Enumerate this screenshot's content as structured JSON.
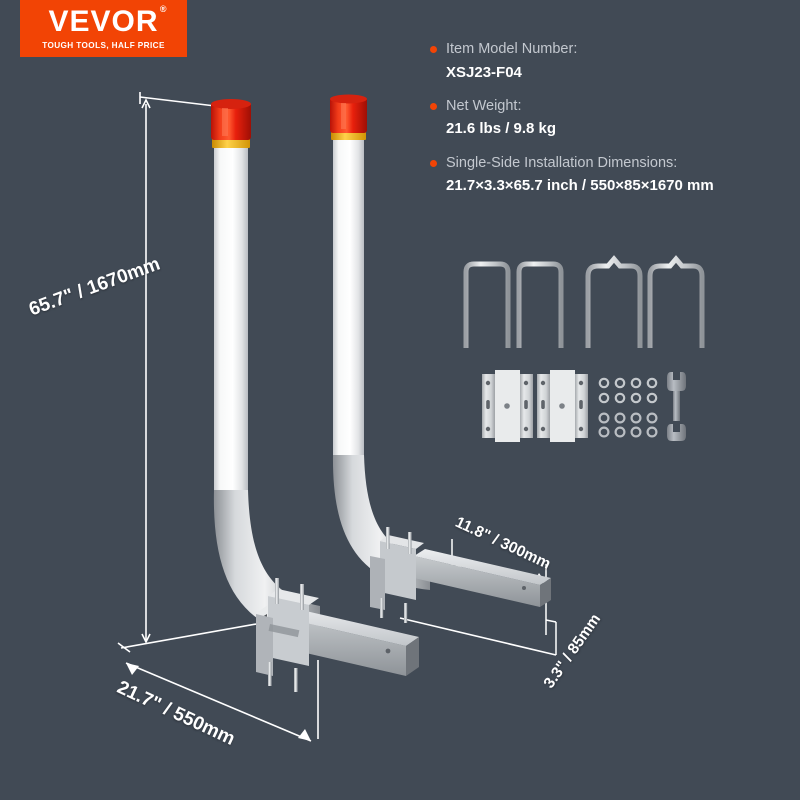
{
  "brand": {
    "name": "VEVOR",
    "registered": "®",
    "tagline": "TOUGH TOOLS, HALF PRICE",
    "bg_color": "#f24405"
  },
  "background_color": "#414a55",
  "specs": [
    {
      "label": "Item Model Number:",
      "value": "XSJ23-F04"
    },
    {
      "label": "Net Weight:",
      "value": "21.6 lbs / 9.8 kg"
    },
    {
      "label": "Single-Side Installation Dimensions:",
      "value": "21.7×3.3×65.7 inch / 550×85×1670 mm"
    }
  ],
  "dimensions": {
    "height": "65.7\" / 1670mm",
    "width": "21.7\" / 550mm",
    "depth": "11.8\" / 300mm",
    "thickness": "3.3\" / 85mm"
  },
  "product": {
    "pole_color": "#f2f3f4",
    "steel_color": "#b9bcc0",
    "lens_color": "#ee2111",
    "amber_ring_color": "#f2b705",
    "poles": 2
  },
  "hardware": {
    "u_bolts_square": 2,
    "u_bolts_peaked": 2,
    "mounting_plates": 2,
    "washers": 8,
    "nuts": 8,
    "wrench": 1
  }
}
